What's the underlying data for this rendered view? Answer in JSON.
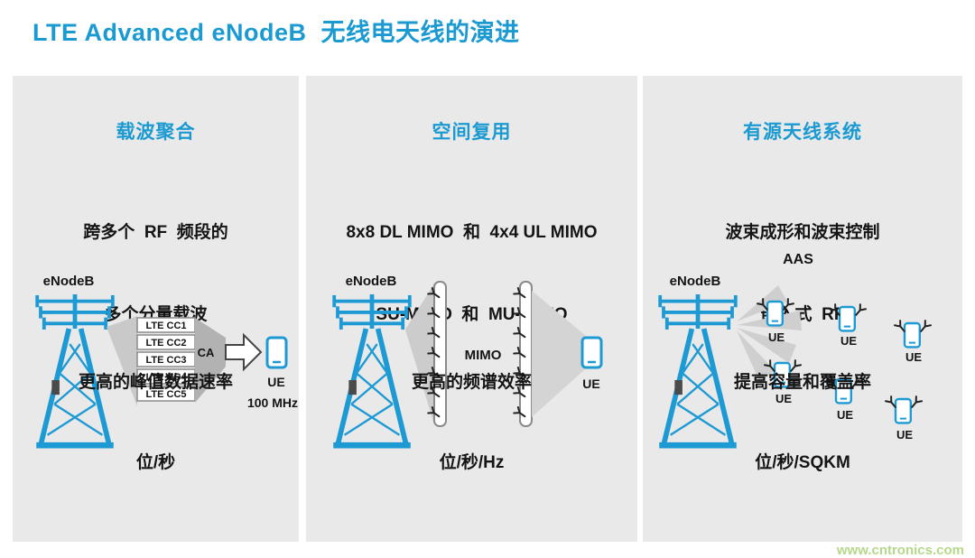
{
  "page": {
    "title": "LTE Advanced eNodeB  无线电天线的演进",
    "watermark": "www.cntronics.com"
  },
  "panels": [
    {
      "heading": "载波聚合",
      "desc1": "跨多个  RF  频段的",
      "desc2": "多个分量载波",
      "tower_label": "eNodeB",
      "cc": [
        "LTE CC1",
        "LTE CC2",
        "LTE CC3",
        "LTE CC4",
        "LTE CC5"
      ],
      "ca": "CA",
      "ue": "UE",
      "bw": "100 MHz",
      "result1": "更高的峰值数据速率",
      "result2": "位/秒"
    },
    {
      "heading": "空间复用",
      "desc1": "8x8 DL MIMO  和  4x4 UL MIMO",
      "desc2": "SU-MIMO  和  MU-MIMO",
      "tower_label": "eNodeB",
      "mimo": "MIMO",
      "ue": "UE",
      "result1": "更高的频谱效率",
      "result2": "位/秒/Hz"
    },
    {
      "heading": "有源天线系统",
      "desc1": "波束成形和波束控制",
      "desc2": "嵌入式  RF",
      "tower_label": "eNodeB",
      "aas": "AAS",
      "ue": "UE",
      "result1": "提高容量和覆盖率",
      "result2": "位/秒/SQKM"
    }
  ]
}
